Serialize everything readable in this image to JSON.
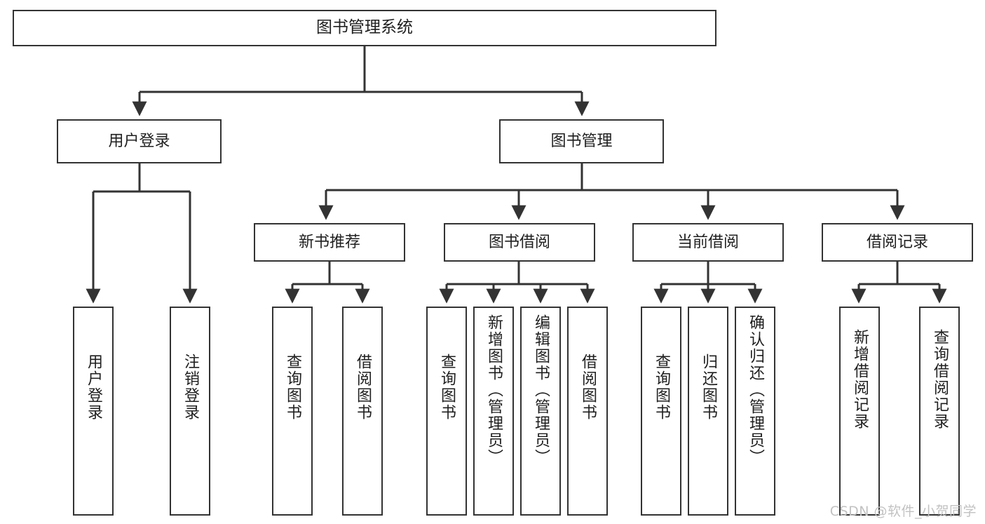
{
  "diagram": {
    "title": "图书管理系统",
    "type": "tree",
    "colors": {
      "background": "#ffffff",
      "node_border": "#333333",
      "node_fill": "#ffffff",
      "edge": "#333333",
      "text": "#1f1f1f",
      "watermark": "#c2c2c2"
    },
    "watermark": "CSDN @软件_小贺同学",
    "nodes": {
      "root": {
        "label": "图书管理系统"
      },
      "level2": [
        {
          "id": "user-login",
          "label": "用户登录"
        },
        {
          "id": "book-management",
          "label": "图书管理"
        }
      ],
      "level3": [
        {
          "id": "new-book-recommend",
          "label": "新书推荐"
        },
        {
          "id": "book-borrow",
          "label": "图书借阅"
        },
        {
          "id": "current-borrow",
          "label": "当前借阅"
        },
        {
          "id": "borrow-record",
          "label": "借阅记录"
        }
      ],
      "leaves": {
        "user_login": [
          {
            "id": "leaf-user-login",
            "label": "用户登录"
          },
          {
            "id": "leaf-logout-login",
            "label": "注销登录"
          }
        ],
        "new_book_recommend": [
          {
            "id": "leaf-query-book-1",
            "label": "查询图书"
          },
          {
            "id": "leaf-borrow-book-1",
            "label": "借阅图书"
          }
        ],
        "book_borrow": [
          {
            "id": "leaf-query-book-2",
            "label": "查询图书"
          },
          {
            "id": "leaf-add-book",
            "label": "新增图书（管理员）"
          },
          {
            "id": "leaf-edit-book",
            "label": "编辑图书（管理员）"
          },
          {
            "id": "leaf-borrow-book-2",
            "label": "借阅图书"
          }
        ],
        "current_borrow": [
          {
            "id": "leaf-query-book-3",
            "label": "查询图书"
          },
          {
            "id": "leaf-return-book",
            "label": "归还图书"
          },
          {
            "id": "leaf-confirm-return",
            "label": "确认归还（管理员）"
          }
        ],
        "borrow_record": [
          {
            "id": "leaf-add-record",
            "label": "新增借阅记录"
          },
          {
            "id": "leaf-query-record",
            "label": "查询借阅记录"
          }
        ]
      }
    }
  }
}
